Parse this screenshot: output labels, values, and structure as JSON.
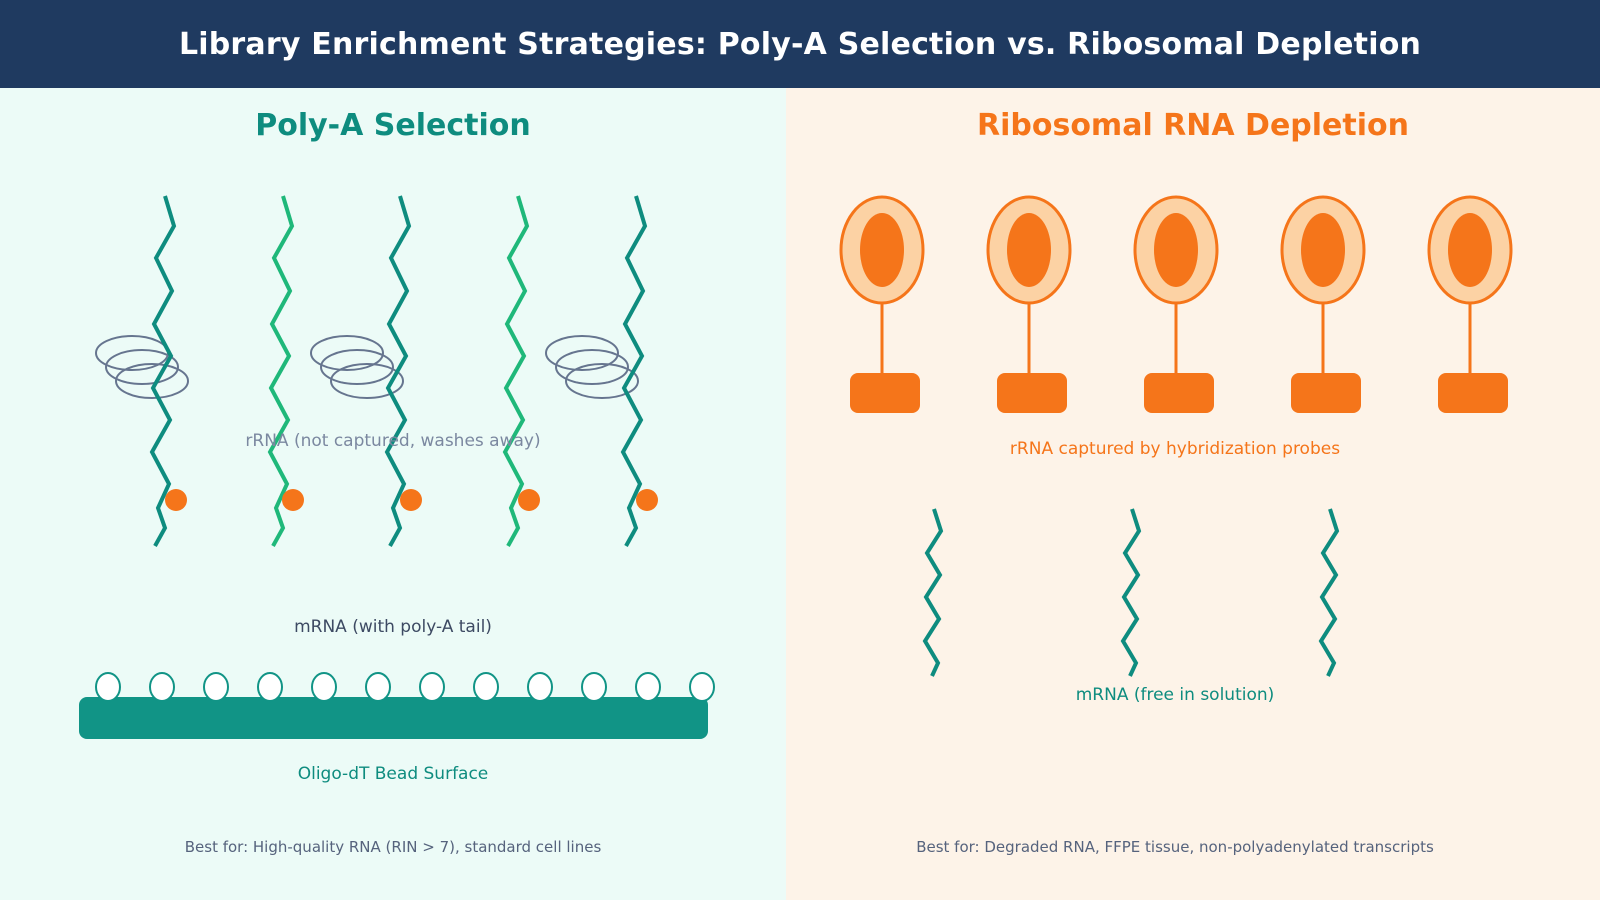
{
  "header": {
    "title": "Library Enrichment Strategies: Poly-A Selection vs. Ribosomal Depletion",
    "background_color": "#1f3a60",
    "text_color": "#ffffff"
  },
  "palette": {
    "navy": "#1f3a60",
    "teal_dark": "#0e8c7f",
    "green_bright": "#1fb87a",
    "orange": "#f5751a",
    "orange_light": "#fcd2a4",
    "gray_blue": "#7b88a0",
    "left_panel_bg": "#ecfbf7",
    "right_panel_bg": "#fdf3e8",
    "footnote_text": "#56637d",
    "caption_dark": "#3d4a63"
  },
  "left_panel": {
    "title": "Poly-A Selection",
    "title_color": "#0e8c7f",
    "background": "#ecfbf7",
    "labels": {
      "rrna": "rRNA (not captured, washes away)",
      "mrna": "mRNA (with poly-A tail)",
      "bead_surface": "Oligo-dT Bead Surface"
    },
    "footnote": "Best for: High-quality RNA (RIN > 7), standard cell lines",
    "bead_count": 12,
    "strand_count": 5,
    "rrna_coil_count": 3,
    "strand_colors": [
      "#0e8c7f",
      "#1fb87a",
      "#0e8c7f",
      "#1fb87a",
      "#0e8c7f"
    ]
  },
  "right_panel": {
    "title": "Ribosomal RNA Depletion",
    "title_color": "#f5751a",
    "background": "#fdf3e8",
    "labels": {
      "probes": "rRNA captured by hybridization probes",
      "mrna": "mRNA (free in solution)"
    },
    "footnote": "Best for: Degraded RNA, FFPE tissue, non-polyadenylated transcripts",
    "probe_count": 5,
    "free_mrna_count": 3,
    "free_mrna_color": "#0e8c7f"
  }
}
